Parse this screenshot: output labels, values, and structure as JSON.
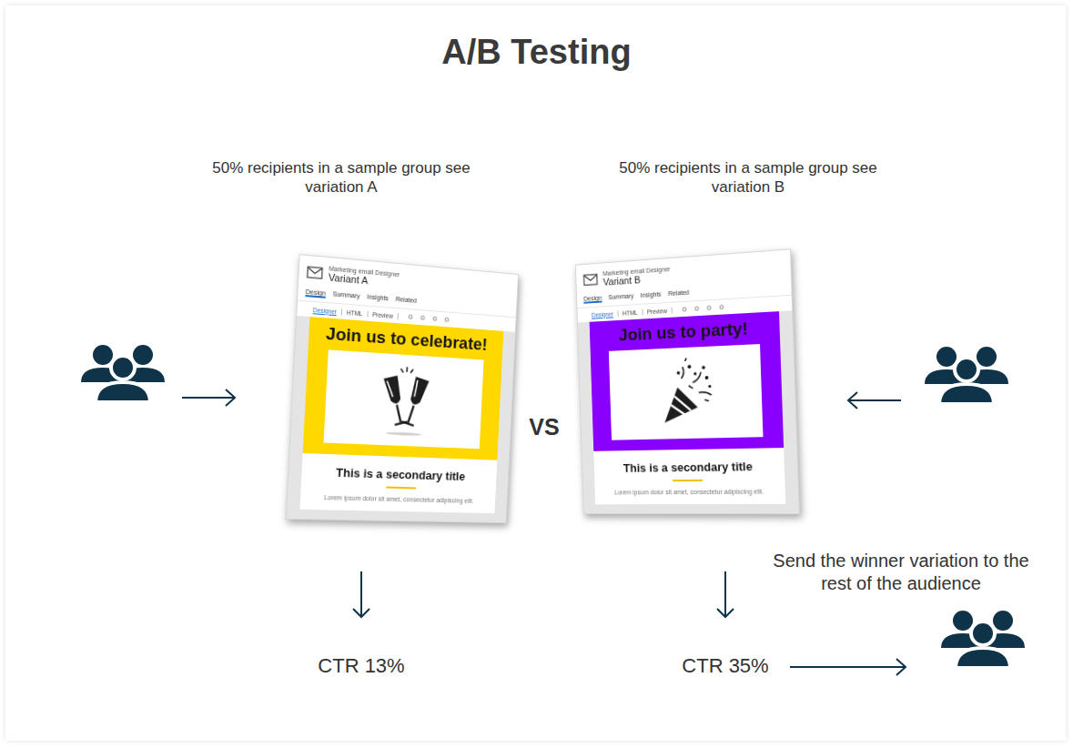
{
  "diagram": {
    "title": "A/B Testing",
    "nodes": [
      {
        "text": [
          "Marketing email Designer",
          "Variant A",
          "Design",
          "Summary",
          "Insights",
          "Related",
          "Designer",
          "HTML",
          "Preview",
          "Join us to celebrate!",
          "This is a secondary title",
          "Lorem ipsum dolor sit amet, consectetur adipiscing elit."
        ]
      },
      {
        "text": [
          "Marketing email Designer",
          "Variant B",
          "Design",
          "Summary",
          "Insights",
          "Related",
          "Designer",
          "HTML",
          "Preview",
          "Join us to party!",
          "This is a secondary title",
          "Lorem ipsum dolor sit amet, consectetur adipiscing elit."
        ]
      }
    ],
    "labels": [
      "50% recipients in a sample group see variation A",
      "50% recipients in a sample group see variation B",
      "VS",
      "CTR 13%",
      "CTR 35%",
      "Send the winner variation to the rest of the audience"
    ]
  }
}
